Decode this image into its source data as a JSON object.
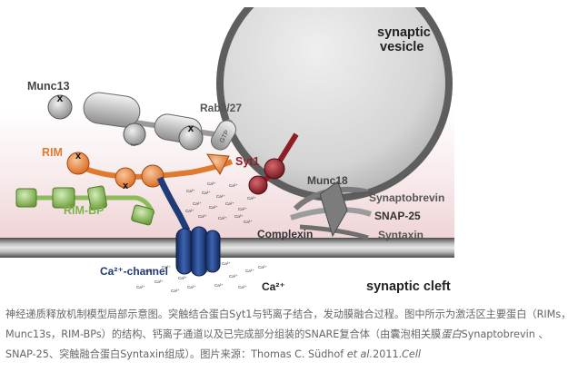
{
  "colors": {
    "vesicle_fill": "#d2d2d2",
    "vesicle_stroke": "#5a5a5a",
    "munc13_grey": "#a8a8a8",
    "rim_orange": "#e8823a",
    "rim_bp_green": "#8cbc5a",
    "channel_blue": "#1f3b78",
    "syt1_red": "#8e1f26",
    "snare_grey": "#8c8c8c",
    "membrane_pink": "#f3dfe0",
    "label_dark": "#222222",
    "caption_grey": "#666666"
  },
  "labels": {
    "synaptic_vesicle_line1": "synaptic",
    "synaptic_vesicle_line2": "vesicle",
    "munc13": "Munc13",
    "rab3_27": "Rab3/27",
    "gtp": "GTP",
    "rim": "RIM",
    "rim_bp": "RIM-BP",
    "syt1": "Syt1",
    "munc18": "Munc18",
    "synaptobrevin": "Synaptobrevin",
    "snap25": "SNAP-25",
    "complexin": "Complexin",
    "syntaxin": "Syntaxin",
    "ca_channel": "Ca²⁺-channel",
    "ca_ion": "Ca²⁺",
    "ca_small": "Ca²⁺",
    "cross": "x",
    "synaptic_cleft": "synaptic cleft"
  },
  "caption": {
    "part1": "神经递质释放机制模型局部示意图。突触结合蛋白Syt1与钙离子结合，发动膜融合过程。图中所示为激活区主要蛋白（RIMs，Munc13s，RIM-BPs）的结构、钙离子通道以及已完成部分组装的SNARE复合体（由囊泡相关膜",
    "part2_italic": "蛋白",
    "part3": "Synaptobrevin 、SNAP-25、突触融合蛋白Syntaxin组成）。图片来源：Thomas C. Südhof ",
    "part4_italic": "et al.",
    "part5": "2011.",
    "part6_italic": "Cell"
  }
}
